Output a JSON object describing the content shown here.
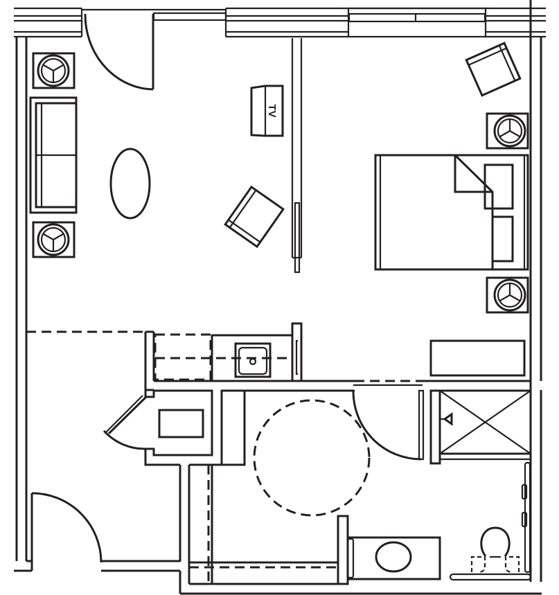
{
  "plan": {
    "type": "floor-plan",
    "line_color": "#231f20",
    "background": "#ffffff",
    "rooms": [
      {
        "name": "living-room"
      },
      {
        "name": "bedroom"
      },
      {
        "name": "kitchenette"
      },
      {
        "name": "closet"
      },
      {
        "name": "bathroom"
      },
      {
        "name": "entry"
      }
    ],
    "labels": {
      "tv": "TV"
    },
    "fixtures": {
      "living": [
        "sofa",
        "end-table-lamp-top",
        "end-table-lamp-bottom",
        "oval-coffee-table",
        "armchair",
        "tv-stand"
      ],
      "bedroom": [
        "bed",
        "pillow-top",
        "pillow-bottom",
        "nightstand-lamp-top",
        "nightstand-lamp-bottom",
        "armchair",
        "dresser"
      ],
      "kitchen": [
        "counter",
        "sink",
        "refrigerator-dashed"
      ],
      "bath": [
        "roll-in-shower",
        "vanity-sink",
        "toilet",
        "grab-bars",
        "turning-circle"
      ]
    }
  }
}
